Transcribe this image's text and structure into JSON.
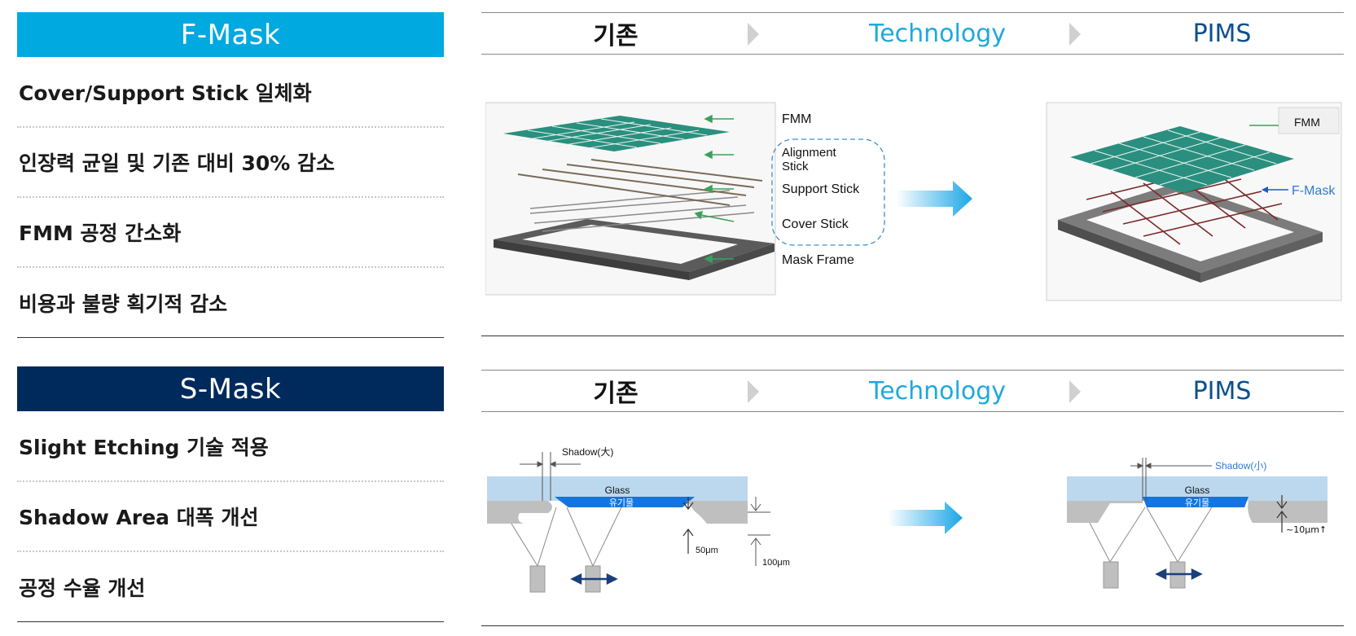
{
  "fmask": {
    "title": "F-Mask",
    "color": "#00a9e0",
    "features": [
      "Cover/Support Stick 일체화",
      "인장력 균일 및 기존 대비 30% 감소",
      "FMM 공정 간소화",
      "비용과 불량 획기적 감소"
    ],
    "header": {
      "before": "기존",
      "tech": "Technology",
      "after": "PIMS"
    },
    "left_labels": {
      "fmm": "FMM",
      "alignment": "Alignment\nStick",
      "alignment_1": "Alignment",
      "alignment_2": "Stick",
      "support": "Support Stick",
      "cover": "Cover Stick",
      "frame": "Mask Frame"
    },
    "right_labels": {
      "fmm": "FMM",
      "fmask": "F-Mask"
    }
  },
  "smask": {
    "title": "S-Mask",
    "color": "#002a5c",
    "features": [
      "Slight Etching 기술 적용",
      "Shadow Area 대폭 개선",
      "공정 수율 개선"
    ],
    "header": {
      "before": "기존",
      "tech": "Technology",
      "after": "PIMS"
    },
    "left_labels": {
      "shadow": "Shadow(大)",
      "glass": "Glass",
      "organic": "유기물",
      "d50": "50μm",
      "d100": "100μm"
    },
    "right_labels": {
      "shadow": "Shadow(小)",
      "glass": "Glass",
      "organic": "유기물",
      "d10": "~10μm↑"
    }
  },
  "colors": {
    "tech": "#1fa8dd",
    "pims": "#0b4f8f",
    "arrow": "#29aee6",
    "green": "#3aa15a",
    "teal": "#2a8f7e",
    "glass": "#bcd8ee",
    "organic": "#1474e0"
  }
}
